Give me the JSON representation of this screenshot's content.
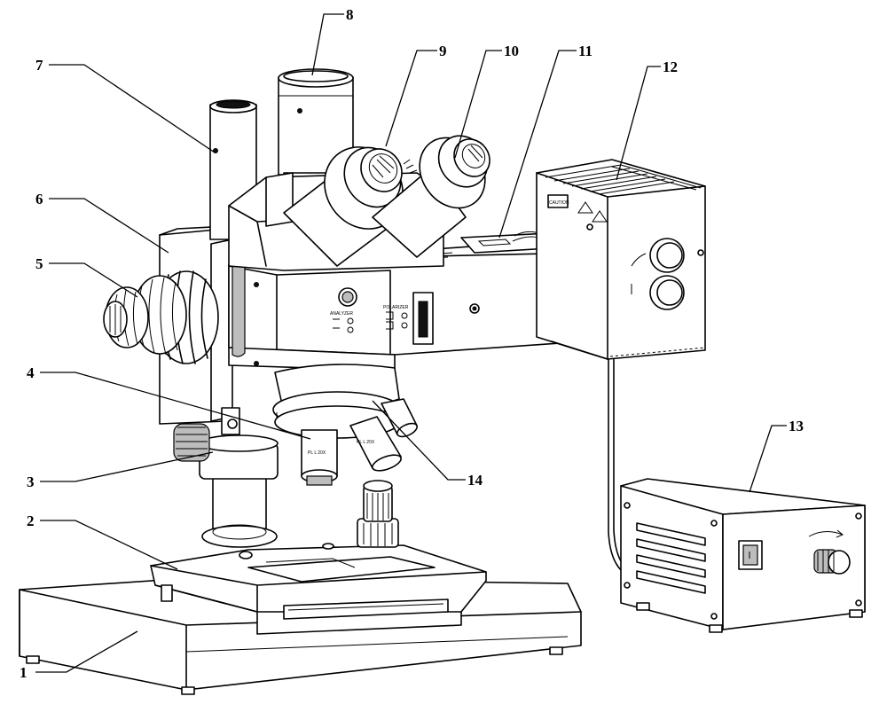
{
  "callouts": [
    {
      "id": "1",
      "label": "1"
    },
    {
      "id": "2",
      "label": "2"
    },
    {
      "id": "3",
      "label": "3"
    },
    {
      "id": "4",
      "label": "4"
    },
    {
      "id": "5",
      "label": "5"
    },
    {
      "id": "6",
      "label": "6"
    },
    {
      "id": "7",
      "label": "7"
    },
    {
      "id": "8",
      "label": "8"
    },
    {
      "id": "9",
      "label": "9"
    },
    {
      "id": "10",
      "label": "10"
    },
    {
      "id": "11",
      "label": "11"
    },
    {
      "id": "12",
      "label": "12"
    },
    {
      "id": "13",
      "label": "13"
    },
    {
      "id": "14",
      "label": "14"
    }
  ],
  "panel_text": {
    "lamp_badge": "CAUTION",
    "analyzer": "ANALYZER",
    "polarizer": "POLARIZER",
    "objective_mark": "PL L 20X"
  }
}
